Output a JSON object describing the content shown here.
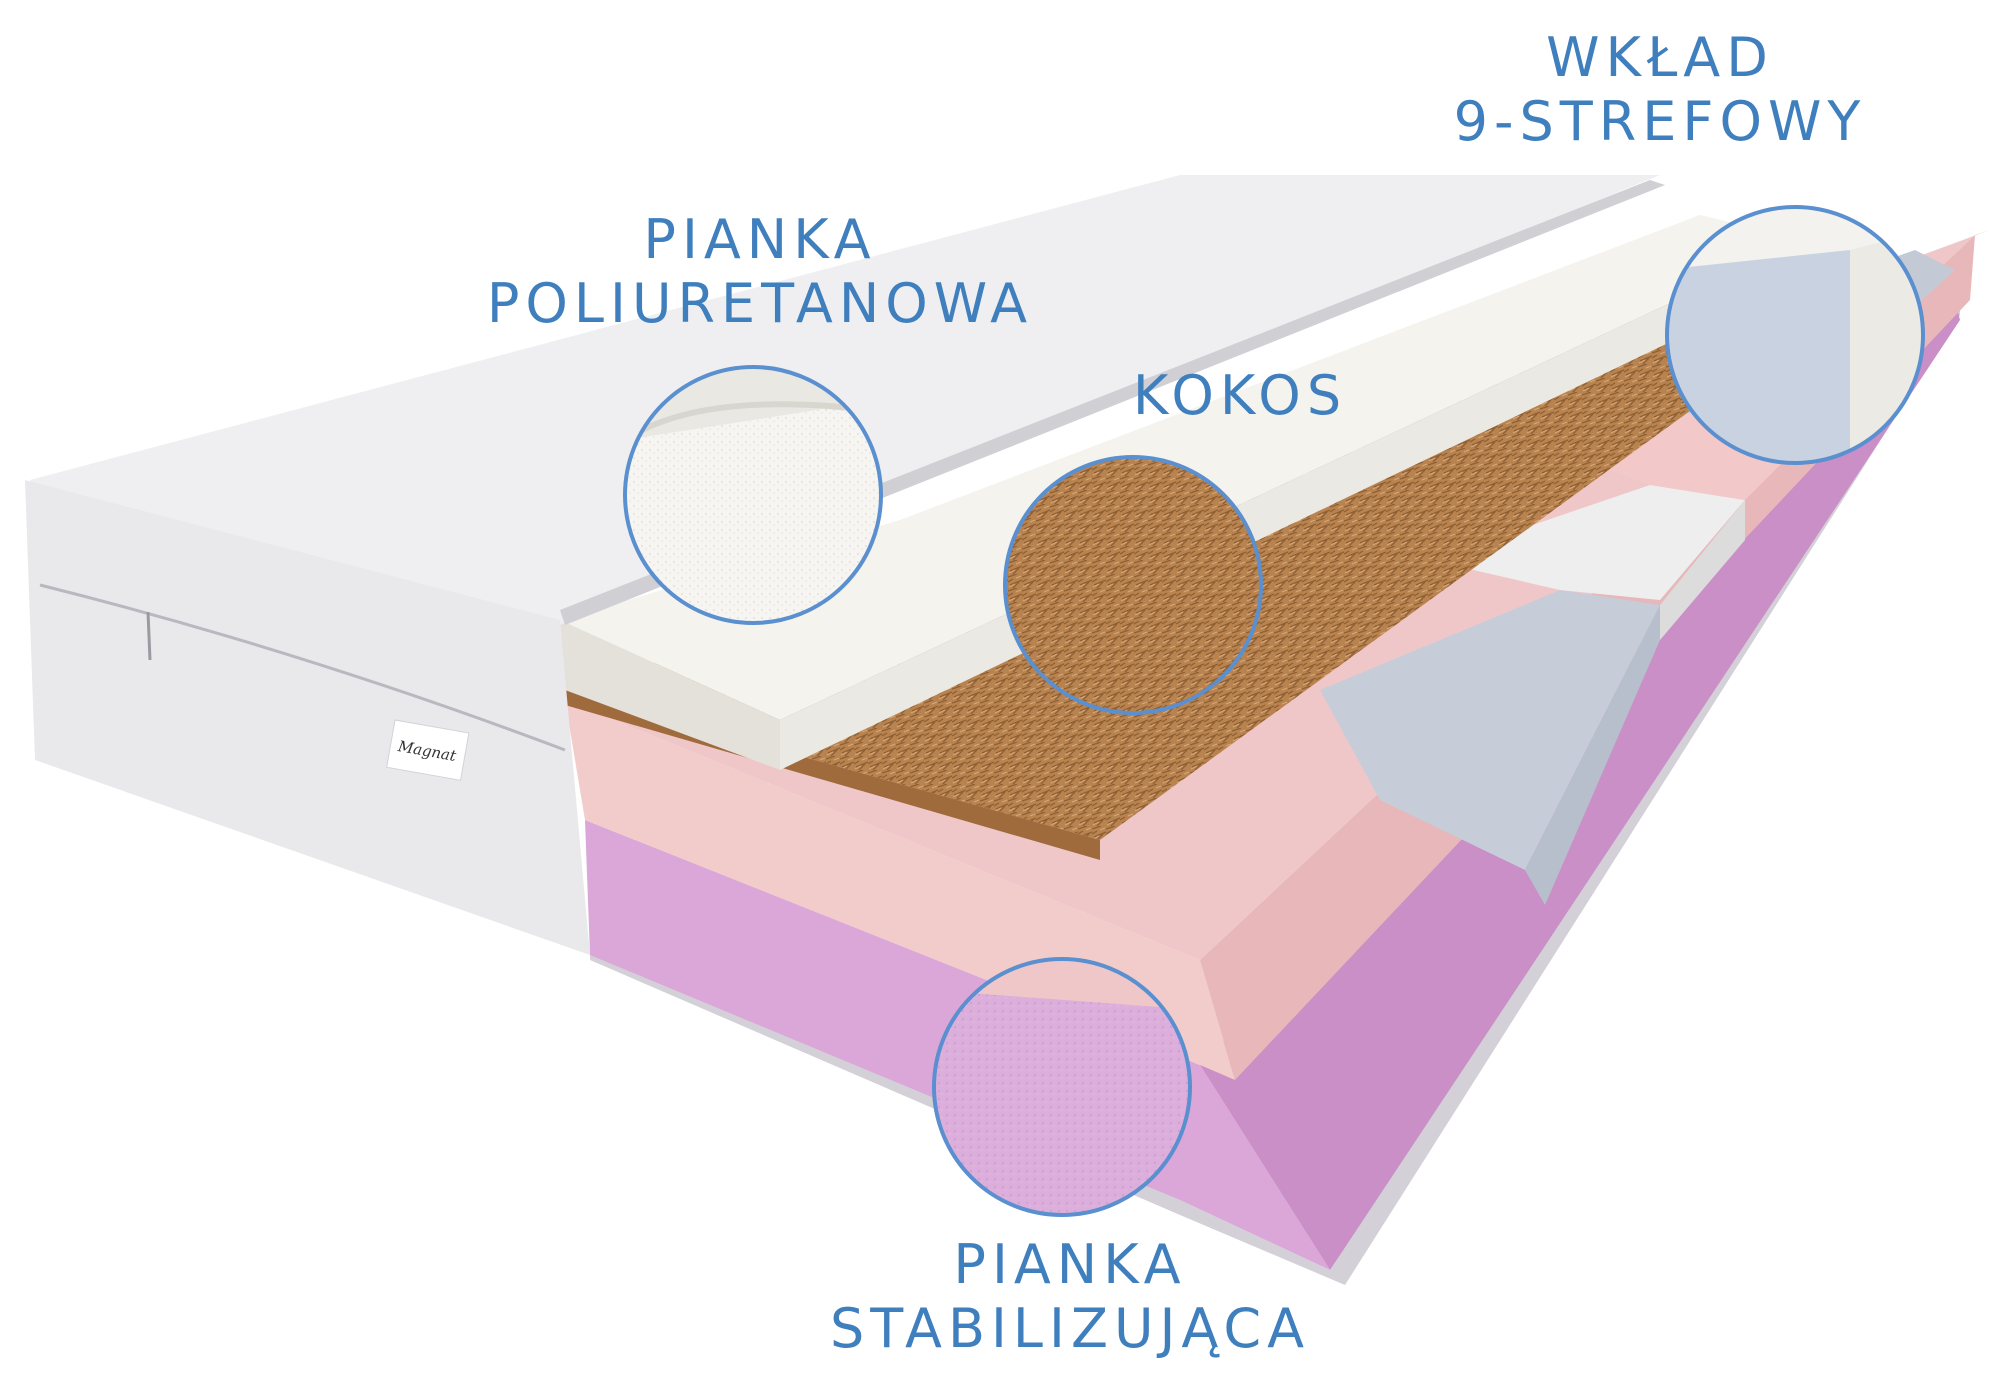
{
  "labels": {
    "polyurethane": {
      "line1": "PIANKA",
      "line2": "POLIURETANOWA"
    },
    "coconut": {
      "line1": "KOKOS"
    },
    "zones": {
      "line1": "WKŁAD",
      "line2": "9-STREFOWY"
    },
    "stabilizing": {
      "line1": "PIANKA",
      "line2": "STABILIZUJĄCA"
    }
  },
  "cover": {
    "brand_tag": "Magnat"
  },
  "colors": {
    "label_text": "#3f7fbe",
    "circle_stroke": "#5a8fd0",
    "cover": "#f1f1f3",
    "foam_white": "#f6f5f1",
    "coconut": "#b8834f",
    "foam_pink": "#f0c9cb",
    "foam_lilac": "#d9a9d9",
    "zone_grey": "#c5ccd8",
    "zone_blue": "#b7d4ea"
  }
}
